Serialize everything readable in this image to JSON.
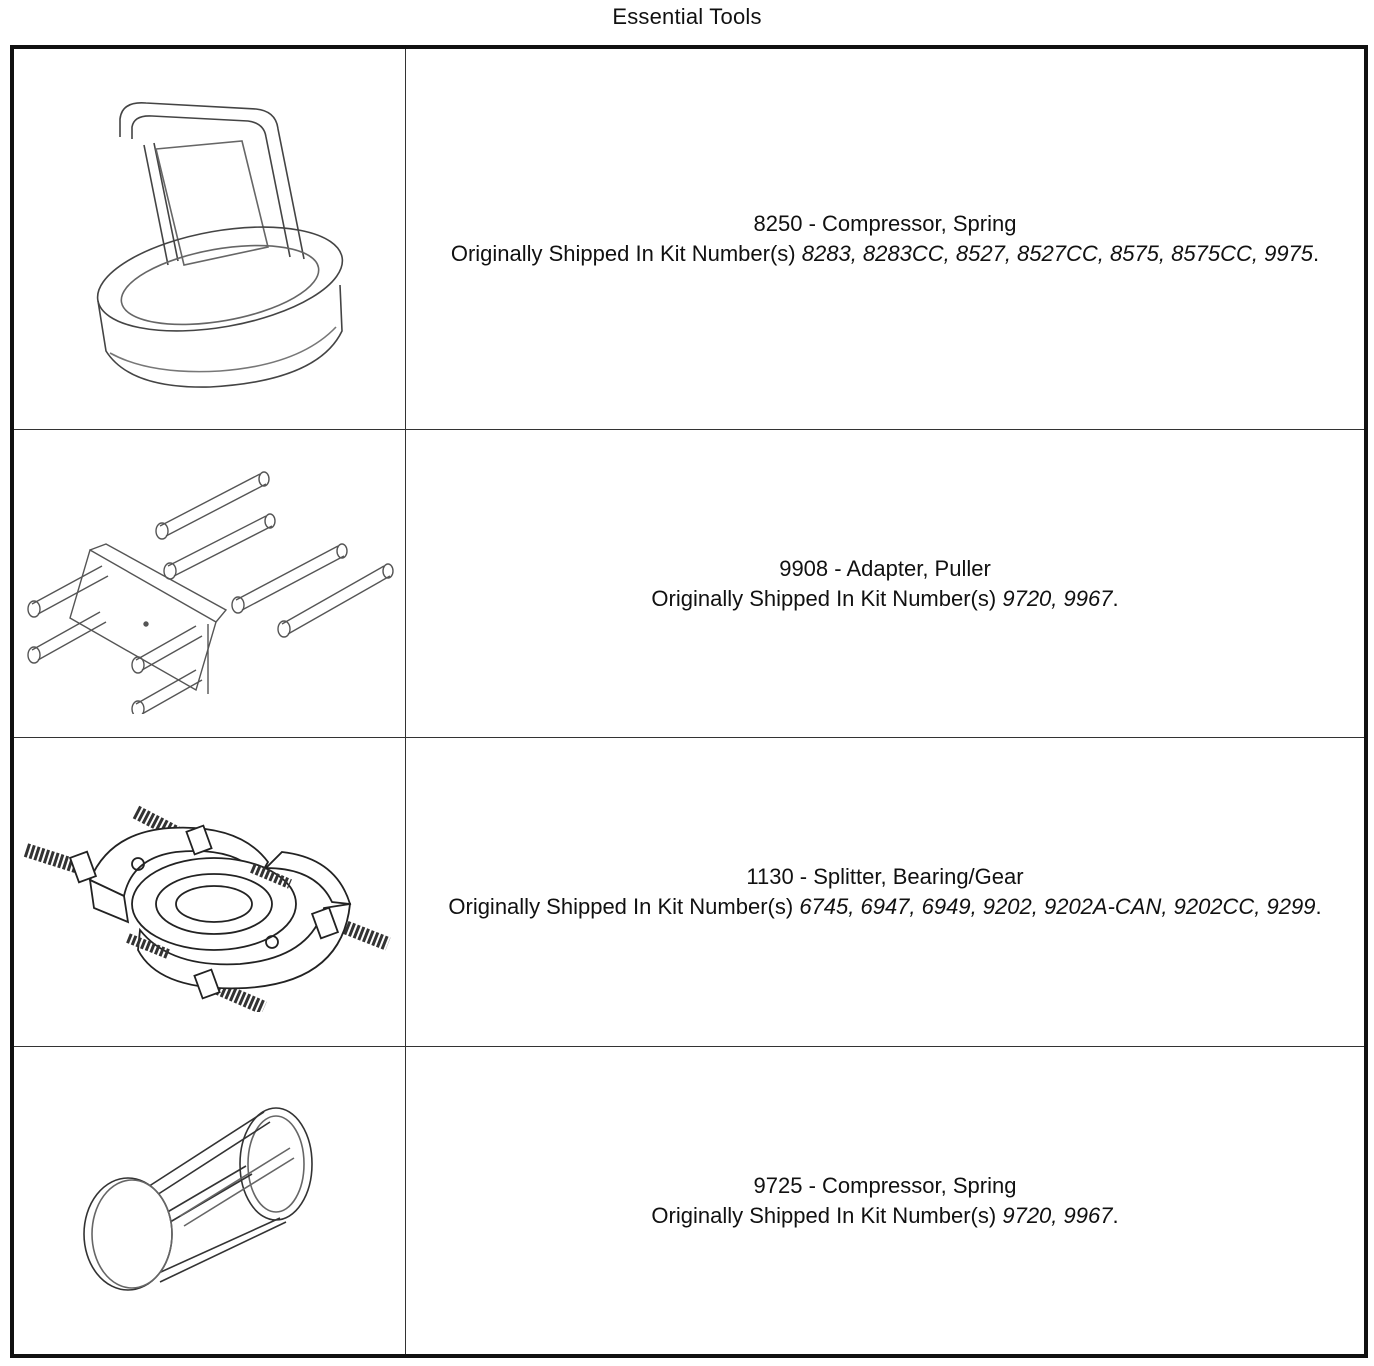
{
  "page": {
    "title": "Essential Tools"
  },
  "tools": [
    {
      "number": "8250",
      "name": "Compressor, Spring",
      "heading": "8250 - Compressor, Spring",
      "kits_label": "Originally Shipped In Kit Number(s)",
      "kits": "8283, 8283CC, 8527, 8527CC, 8575, 8575CC, 9975",
      "illustration": "spring-compressor-cup-with-handle"
    },
    {
      "number": "9908",
      "name": "Adapter, Puller",
      "heading": "9908 - Adapter, Puller",
      "kits_label": "Originally Shipped In Kit Number(s)",
      "kits": "9720, 9967",
      "illustration": "puller-adapter-plate-with-rods"
    },
    {
      "number": "1130",
      "name": "Splitter, Bearing/Gear",
      "heading": "1130 - Splitter, Bearing/Gear",
      "kits_label": "Originally Shipped In Kit Number(s)",
      "kits": "6745, 6947, 6949, 9202, 9202A-CAN, 9202CC, 9299",
      "illustration": "bearing-splitter-with-bolts"
    },
    {
      "number": "9725",
      "name": "Compressor, Spring",
      "heading": "9725 - Compressor, Spring",
      "kits_label": "Originally Shipped In Kit Number(s)",
      "kits": "9720, 9967",
      "illustration": "spring-compressor-cage-cylinder"
    }
  ]
}
